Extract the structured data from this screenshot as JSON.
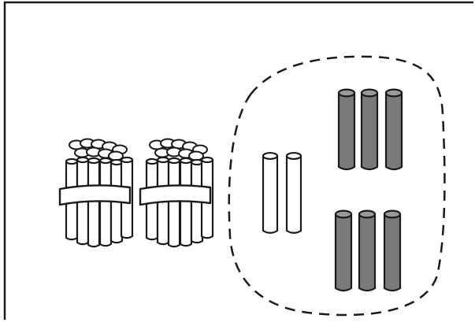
{
  "figure": {
    "colors": {
      "background": "#ffffff",
      "stroke": "#1a1a1a",
      "white_stick_fill": "#ffffff",
      "shaded_stick_fill": "#7a7a7a",
      "group_outline": "#1a1a1a"
    },
    "bundles": [
      {
        "kind": "bundle-of-ten",
        "sticks": 10
      },
      {
        "kind": "bundle-of-ten",
        "sticks": 10
      }
    ],
    "grouped_region": {
      "outline": "dashed",
      "white_sticks": 2,
      "shaded_sticks": 6,
      "shaded_rows": 2,
      "shaded_per_row": 3
    }
  }
}
